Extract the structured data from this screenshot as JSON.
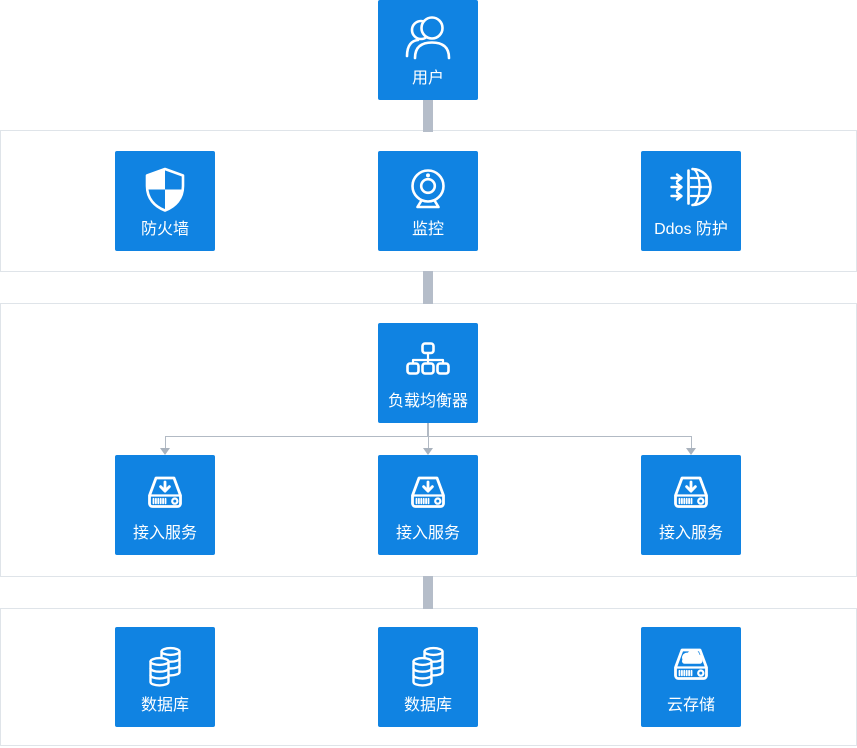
{
  "diagram": {
    "colors": {
      "accent": "#1083e2",
      "connector_bar": "#b5bdc9",
      "branch_line": "#b2bac4",
      "branch_arrow": "#a9b2bd",
      "band_border": "#dfe4e9",
      "label_text": "#ffffff"
    },
    "nodes": {
      "user": {
        "label": "用户",
        "icon": "users-icon"
      },
      "firewall": {
        "label": "防火墙",
        "icon": "shield-icon"
      },
      "monitor": {
        "label": "监控",
        "icon": "webcam-icon"
      },
      "ddos": {
        "label": "Ddos 防护",
        "icon": "ddos-globe-icon"
      },
      "load_balancer": {
        "label": "负载均衡器",
        "icon": "topology-icon"
      },
      "access_1": {
        "label": "接入服务",
        "icon": "server-download-icon"
      },
      "access_2": {
        "label": "接入服务",
        "icon": "server-download-icon"
      },
      "access_3": {
        "label": "接入服务",
        "icon": "server-download-icon"
      },
      "database_1": {
        "label": "数据库",
        "icon": "database-icon"
      },
      "database_2": {
        "label": "数据库",
        "icon": "database-icon"
      },
      "cloud_storage": {
        "label": "云存储",
        "icon": "cloud-drive-icon"
      }
    }
  }
}
